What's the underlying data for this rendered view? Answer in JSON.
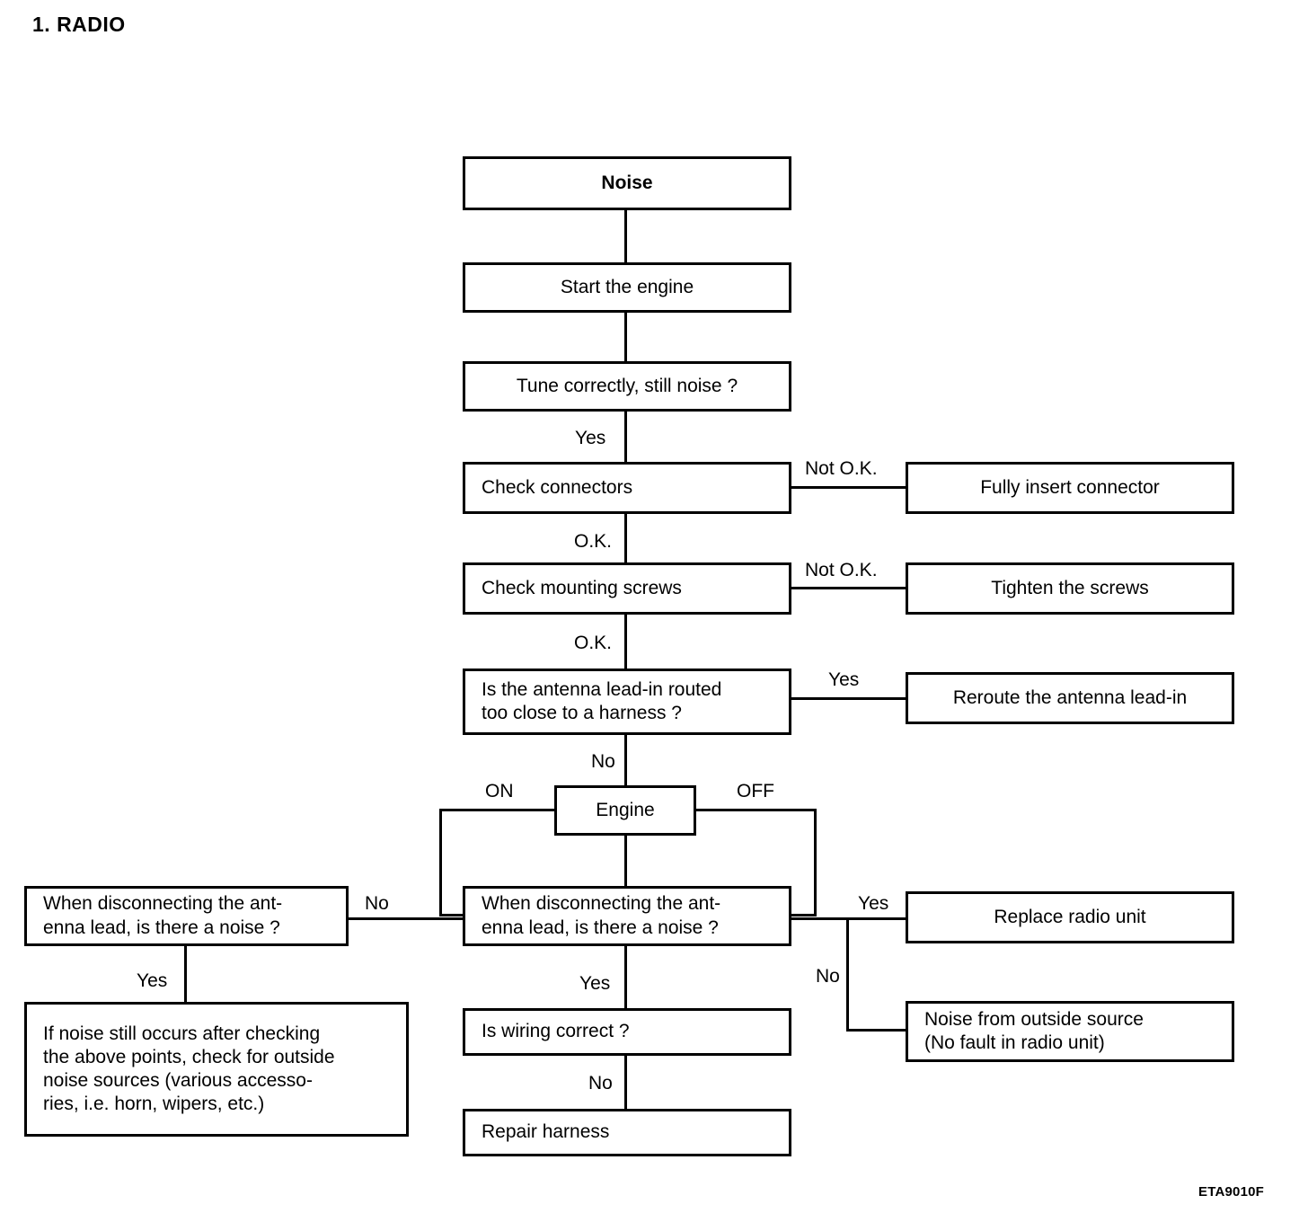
{
  "page": {
    "title": "1. RADIO",
    "figure_code": "ETA9010F"
  },
  "diagram": {
    "type": "flowchart",
    "name": "radio-noise-troubleshooting",
    "nodes": [
      {
        "id": "noise",
        "label": "Noise"
      },
      {
        "id": "start-engine",
        "label": "Start the engine"
      },
      {
        "id": "tune-correctly",
        "label": "Tune correctly, still noise ?"
      },
      {
        "id": "check-connectors",
        "label": "Check connectors"
      },
      {
        "id": "fully-insert",
        "label": "Fully insert connector"
      },
      {
        "id": "check-screws",
        "label": "Check mounting screws"
      },
      {
        "id": "tighten-screws",
        "label": "Tighten the screws"
      },
      {
        "id": "antenna-routed",
        "label": "Is the antenna lead-in routed\ntoo close to a harness ?"
      },
      {
        "id": "reroute-antenna",
        "label": "Reroute the antenna lead-in"
      },
      {
        "id": "engine",
        "label": "Engine"
      },
      {
        "id": "disconnect-left",
        "label": "When disconnecting the ant-\nenna lead, is there a noise ?"
      },
      {
        "id": "disconnect-mid",
        "label": "When disconnecting  the ant-\nenna lead, is there a noise ?"
      },
      {
        "id": "replace-radio",
        "label": "Replace radio unit"
      },
      {
        "id": "outside-source",
        "label": "Noise from outside source\n(No fault in radio unit)"
      },
      {
        "id": "outside-check",
        "label": "If noise still occurs after checking\nthe above points, check for outside\nnoise sources (various accesso-\nries, i.e. horn, wipers, etc.)"
      },
      {
        "id": "wiring-correct",
        "label": "Is wiring correct ?"
      },
      {
        "id": "repair-harness",
        "label": "Repair harness"
      }
    ],
    "edge_labels": {
      "tune_yes": "Yes",
      "connectors_not_ok": "Not O.K.",
      "connectors_ok": "O.K.",
      "screws_not_ok": "Not O.K.",
      "screws_ok": "O.K.",
      "antenna_yes": "Yes",
      "antenna_no": "No",
      "engine_on": "ON",
      "engine_off": "OFF",
      "disconnect_mid_no": "No",
      "disconnect_mid_yes_right": "Yes",
      "disconnect_mid_no_right": "No",
      "disconnect_mid_yes_down": "Yes",
      "disconnect_left_yes": "Yes",
      "wiring_no": "No"
    }
  }
}
